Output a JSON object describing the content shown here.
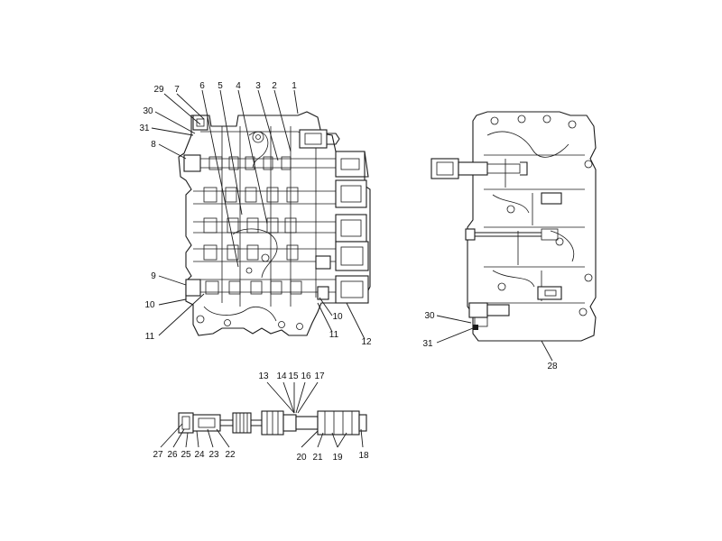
{
  "labels": {
    "top_left": [
      "29",
      "7",
      "6",
      "5",
      "4",
      "3",
      "2",
      "1"
    ],
    "left_upper": [
      "30",
      "31",
      "8"
    ],
    "left_lower": [
      "9",
      "10",
      "11"
    ],
    "bottom_right_main": [
      "10",
      "11",
      "12"
    ],
    "side_view": [
      "30",
      "31",
      "28"
    ],
    "spool_top": [
      "13",
      "14",
      "15",
      "16",
      "17"
    ],
    "spool_bottom": [
      "27",
      "26",
      "25",
      "24",
      "23",
      "22",
      "20",
      "21",
      "19",
      "18"
    ]
  },
  "colors": {
    "line": "#1a1a1a",
    "background": "#ffffff"
  }
}
